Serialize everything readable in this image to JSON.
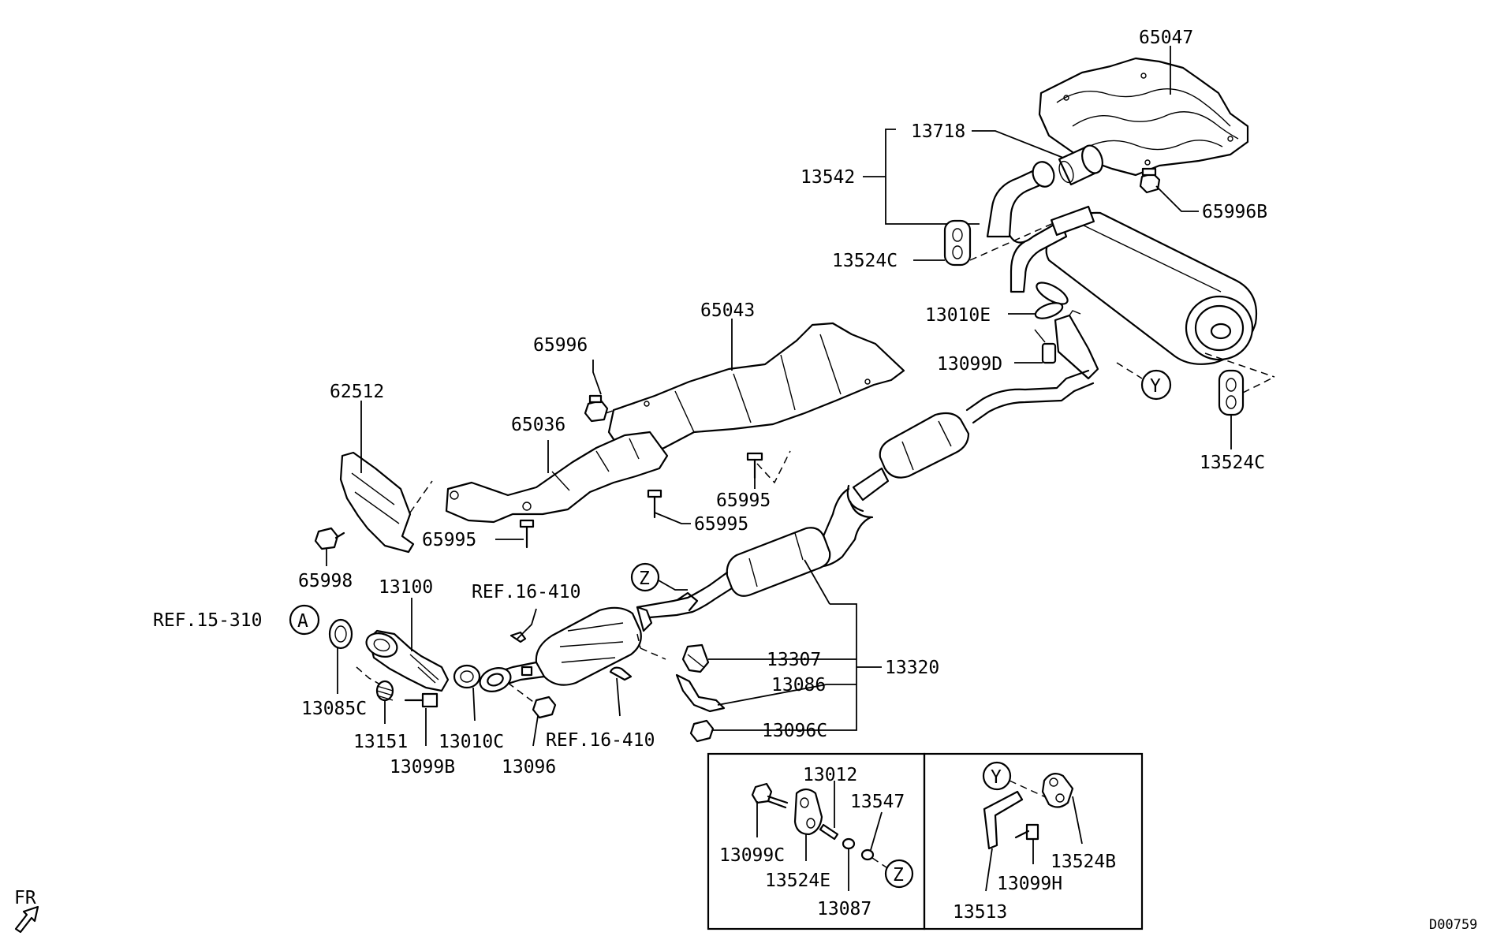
{
  "labels": {
    "p65047": "65047",
    "p13718": "13718",
    "p13542": "13542",
    "p65996B": "65996B",
    "p13524C_top": "13524C",
    "p13010E": "13010E",
    "p13099D": "13099D",
    "p13524C_right": "13524C",
    "p65043": "65043",
    "p65996": "65996",
    "p62512": "62512",
    "p65036": "65036",
    "p65995_a": "65995",
    "p65995_b": "65995",
    "p65995_c": "65995",
    "p65998": "65998",
    "p13100": "13100",
    "ref_15_310": "REF.15-310",
    "ref_16_410_top": "REF.16-410",
    "ref_16_410_bottom": "REF.16-410",
    "p13085C": "13085C",
    "p13151": "13151",
    "p13010C": "13010C",
    "p13099B": "13099B",
    "p13096": "13096",
    "p13307": "13307",
    "p13086": "13086",
    "p13096C": "13096C",
    "p13320": "13320",
    "p13012": "13012",
    "p13547": "13547",
    "p13099C": "13099C",
    "p13524E": "13524E",
    "p13087": "13087",
    "p13524B": "13524B",
    "p13099H": "13099H",
    "p13513": "13513"
  },
  "markers": {
    "A": "A",
    "Y_main": "Y",
    "Z_main": "Z",
    "Z_detail": "Z",
    "Y_detail": "Y"
  },
  "front_indicator": "FR",
  "diagram_id": "D00759"
}
